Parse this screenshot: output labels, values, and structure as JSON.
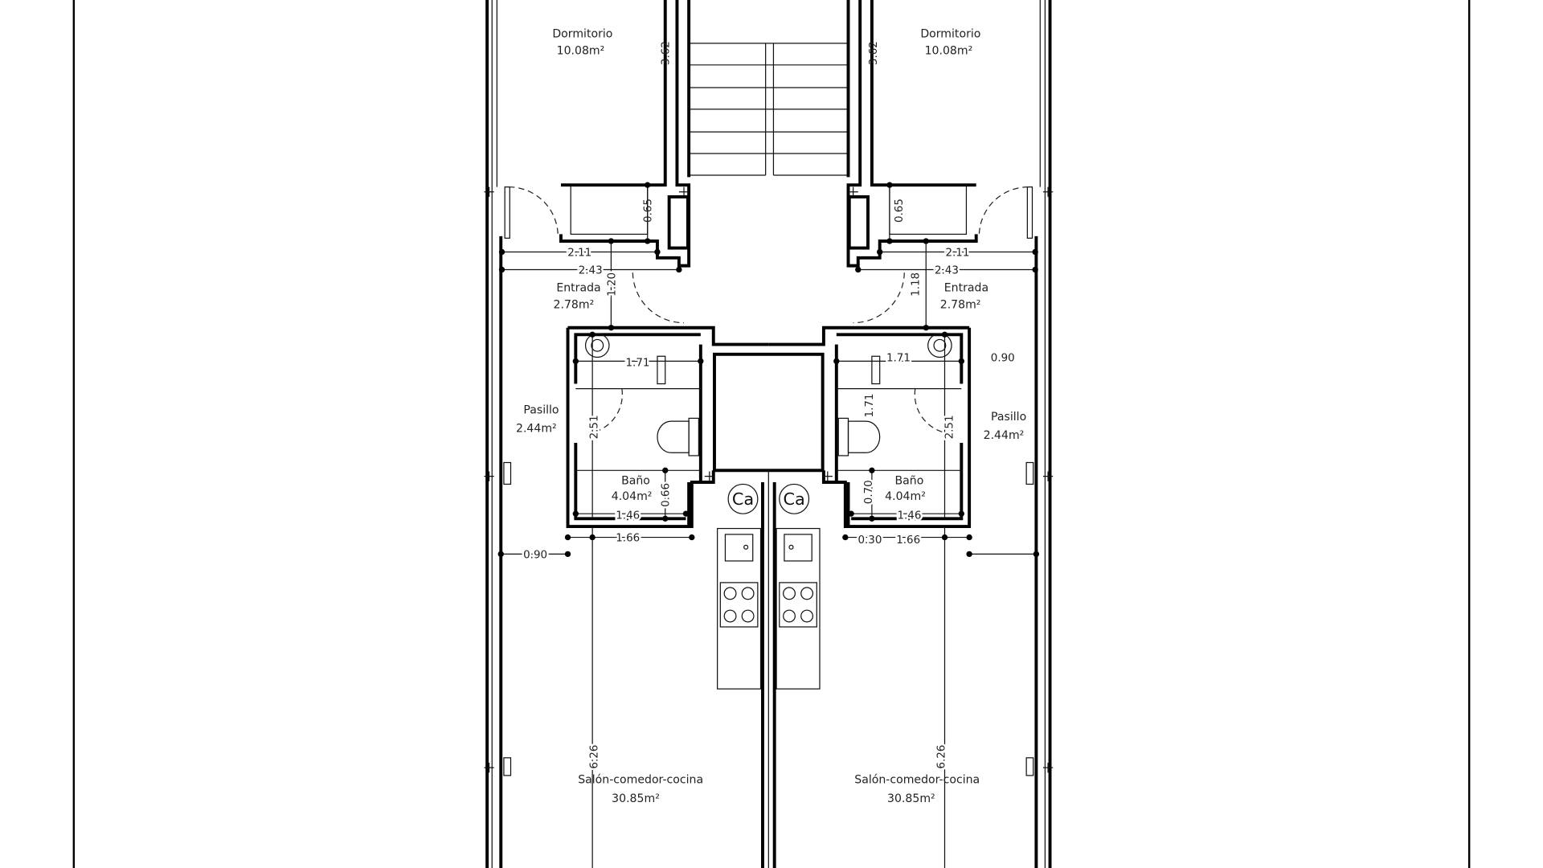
{
  "rooms": {
    "dormitorio_left": {
      "name": "Dormitorio",
      "area": "10.08m²"
    },
    "dormitorio_right": {
      "name": "Dormitorio",
      "area": "10.08m²"
    },
    "entrada_left": {
      "name": "Entrada",
      "area": "2.78m²"
    },
    "entrada_right": {
      "name": "Entrada",
      "area": "2.78m²"
    },
    "pasillo_left": {
      "name": "Pasillo",
      "area": "2.44m²"
    },
    "pasillo_right": {
      "name": "Pasillo",
      "area": "2.44m²"
    },
    "bano_left": {
      "name": "Baño",
      "area": "4.04m²"
    },
    "bano_right": {
      "name": "Baño",
      "area": "4.04m²"
    },
    "salon_left": {
      "name": "Salón-comedor-cocina",
      "area": "30.85m²"
    },
    "salon_right": {
      "name": "Salón-comedor-cocina",
      "area": "30.85m²"
    }
  },
  "dimensions": {
    "left": {
      "d362": "3.62",
      "d065": "0.65",
      "d211": "2.11",
      "d243": "2.43",
      "d120": "1.20",
      "d171": "1.71",
      "d251": "2.51",
      "d066": "0.66",
      "d146": "1.46",
      "d166": "1.66",
      "d090": "0.90",
      "d626": "6.26"
    },
    "right": {
      "d362": "3.62",
      "d065": "0.65",
      "d211": "2.11",
      "d243": "2.43",
      "d118": "1.18",
      "d171a": "1.71",
      "d171b": "1.71",
      "d090": "0.90",
      "d251": "2.51",
      "d070": "0.70",
      "d146": "1.46",
      "d030": "0.30",
      "d166": "1.66",
      "d626": "6.26"
    }
  },
  "symbols": {
    "ca_left": "Ca",
    "ca_right": "Ca"
  }
}
